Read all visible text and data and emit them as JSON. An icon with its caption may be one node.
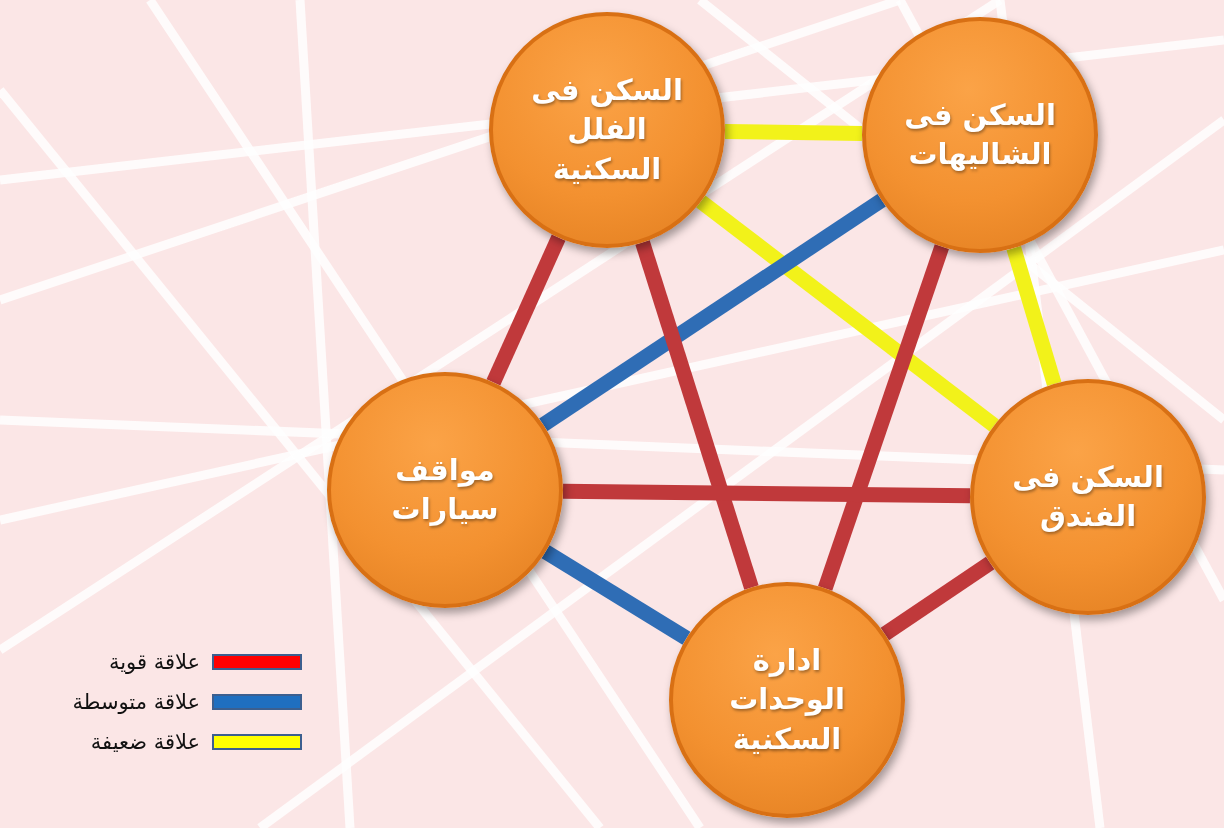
{
  "diagram": {
    "nodes": [
      {
        "text": [
          "السكن فى الفلل السكنية"
        ]
      },
      {
        "text": [
          "السكن فى الشاليهات"
        ]
      },
      {
        "text": [
          "مواقف سيارات"
        ]
      },
      {
        "text": [
          "السكن فى الفندق"
        ]
      },
      {
        "text": [
          "ادارة الوحدات السكنية"
        ]
      }
    ],
    "edges": [
      {
        "from": 0,
        "to": 1,
        "arrow": "none",
        "color": "#f2f21a"
      },
      {
        "from": 0,
        "to": 3,
        "arrow": "none",
        "color": "#f2f21a"
      },
      {
        "from": 1,
        "to": 3,
        "arrow": "none",
        "color": "#f2f21a"
      },
      {
        "from": 1,
        "to": 2,
        "arrow": "none",
        "color": "#2f6db5"
      },
      {
        "from": 2,
        "to": 4,
        "arrow": "none",
        "color": "#2f6db5"
      },
      {
        "from": 0,
        "to": 2,
        "arrow": "none"
      },
      {
        "from": 0,
        "to": 4,
        "arrow": "none"
      },
      {
        "from": 1,
        "to": 4,
        "arrow": "none"
      },
      {
        "from": 2,
        "to": 3,
        "arrow": "none"
      },
      {
        "from": 3,
        "to": 4,
        "arrow": "none"
      }
    ],
    "legend": [
      {
        "text": "علاقة قوية",
        "color": "#ff0000"
      },
      {
        "text": "علاقة متوسطة",
        "color": "#1f6fc0"
      },
      {
        "text": "علاقة ضعيفة",
        "color": "#ffff00"
      }
    ]
  }
}
